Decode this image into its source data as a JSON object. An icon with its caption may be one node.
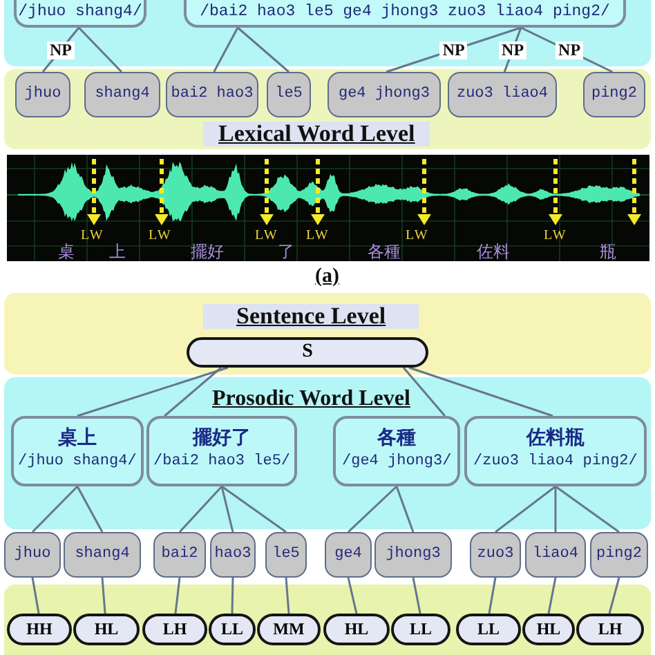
{
  "diagram": {
    "nodes": [
      {
        "text": [],
        "shape": "box"
      },
      {
        "text": [
          "/jhuo shang4/"
        ],
        "in": 0
      },
      {
        "text": [
          "/bai2 hao3 le5 ge4 jhong3 zuo3 liao4 ping2/"
        ],
        "in": 0
      },
      {
        "text": [
          "Lexical Word Level"
        ]
      },
      {
        "text": [
          "jhuo"
        ],
        "in": 3
      },
      {
        "text": [
          "shang4"
        ],
        "in": 3
      },
      {
        "text": [
          "bai2 hao3"
        ],
        "in": 3
      },
      {
        "text": [
          "le5"
        ],
        "in": 3
      },
      {
        "text": [
          "ge4 jhong3"
        ],
        "in": 3
      },
      {
        "text": [
          "zuo3 liao4"
        ],
        "in": 3
      },
      {
        "text": [
          "ping2"
        ],
        "in": 3
      },
      {
        "text": [
          "Sentence Level"
        ]
      },
      {
        "text": [
          "S"
        ],
        "in": 11
      },
      {
        "text": [
          "Prosodic Word Level"
        ]
      },
      {
        "text": [
          "桌上",
          "/jhuo shang4/"
        ],
        "in": 13
      },
      {
        "text": [
          "擺好了",
          "/bai2 hao3 le5/"
        ],
        "in": 13
      },
      {
        "text": [
          "各種",
          "/ge4 jhong3/"
        ],
        "in": 13
      },
      {
        "text": [
          "佐料瓶",
          "/zuo3 liao4 ping2/"
        ],
        "in": 13
      },
      {
        "text": [
          "jhuo"
        ]
      },
      {
        "text": [
          "shang4"
        ]
      },
      {
        "text": [
          "bai2"
        ]
      },
      {
        "text": [
          "hao3"
        ]
      },
      {
        "text": [
          "le5"
        ]
      },
      {
        "text": [
          "ge4"
        ]
      },
      {
        "text": [
          "jhong3"
        ]
      },
      {
        "text": [
          "zuo3"
        ]
      },
      {
        "text": [
          "liao4"
        ]
      },
      {
        "text": [
          "ping2"
        ]
      },
      {
        "text": [],
        "shape": "box"
      },
      {
        "text": [
          "HH"
        ],
        "in": 28
      },
      {
        "text": [
          "HL"
        ],
        "in": 28
      },
      {
        "text": [
          "LH"
        ],
        "in": 28
      },
      {
        "text": [
          "LL"
        ],
        "in": 28
      },
      {
        "text": [
          "MM"
        ],
        "in": 28
      },
      {
        "text": [
          "HL"
        ],
        "in": 28
      },
      {
        "text": [
          "LL"
        ],
        "in": 28
      },
      {
        "text": [
          "LL"
        ],
        "in": 28
      },
      {
        "text": [
          "HL"
        ],
        "in": 28
      },
      {
        "text": [
          "LH"
        ],
        "in": 28
      }
    ],
    "edges": [
      {
        "from": 1,
        "to": 4,
        "arrow": "none",
        "label": "NP"
      },
      {
        "from": 1,
        "to": 5,
        "arrow": "none"
      },
      {
        "from": 2,
        "to": 6,
        "arrow": "none"
      },
      {
        "from": 2,
        "to": 7,
        "arrow": "none"
      },
      {
        "from": 2,
        "to": 8,
        "arrow": "none",
        "label": "NP"
      },
      {
        "from": 2,
        "to": 9,
        "arrow": "none",
        "label": "NP"
      },
      {
        "from": 2,
        "to": 10,
        "arrow": "none",
        "label": "NP"
      },
      {
        "from": 12,
        "to": 14,
        "arrow": "none"
      },
      {
        "from": 12,
        "to": 15,
        "arrow": "none"
      },
      {
        "from": 12,
        "to": 16,
        "arrow": "none"
      },
      {
        "from": 12,
        "to": 17,
        "arrow": "none"
      },
      {
        "from": 14,
        "to": 18,
        "arrow": "none"
      },
      {
        "from": 14,
        "to": 19,
        "arrow": "none"
      },
      {
        "from": 15,
        "to": 20,
        "arrow": "none"
      },
      {
        "from": 15,
        "to": 21,
        "arrow": "none"
      },
      {
        "from": 15,
        "to": 22,
        "arrow": "none"
      },
      {
        "from": 16,
        "to": 23,
        "arrow": "none"
      },
      {
        "from": 16,
        "to": 24,
        "arrow": "none"
      },
      {
        "from": 17,
        "to": 25,
        "arrow": "none"
      },
      {
        "from": 17,
        "to": 26,
        "arrow": "none"
      },
      {
        "from": 17,
        "to": 27,
        "arrow": "none"
      },
      {
        "from": 18,
        "to": 29,
        "arrow": "none"
      },
      {
        "from": 19,
        "to": 30,
        "arrow": "none"
      },
      {
        "from": 20,
        "to": 31,
        "arrow": "none"
      },
      {
        "from": 21,
        "to": 32,
        "arrow": "none"
      },
      {
        "from": 22,
        "to": 33,
        "arrow": "none"
      },
      {
        "from": 23,
        "to": 34,
        "arrow": "none"
      },
      {
        "from": 24,
        "to": 35,
        "arrow": "none"
      },
      {
        "from": 25,
        "to": 36,
        "arrow": "none"
      },
      {
        "from": 26,
        "to": 37,
        "arrow": "none"
      },
      {
        "from": 27,
        "to": 38,
        "arrow": "none"
      }
    ],
    "labels": [
      "LW",
      "LW",
      "LW",
      "LW",
      "LW",
      "LW",
      "桌",
      "上",
      "擺好",
      "了",
      "各種",
      "佐料",
      "瓶",
      "(a)"
    ]
  }
}
